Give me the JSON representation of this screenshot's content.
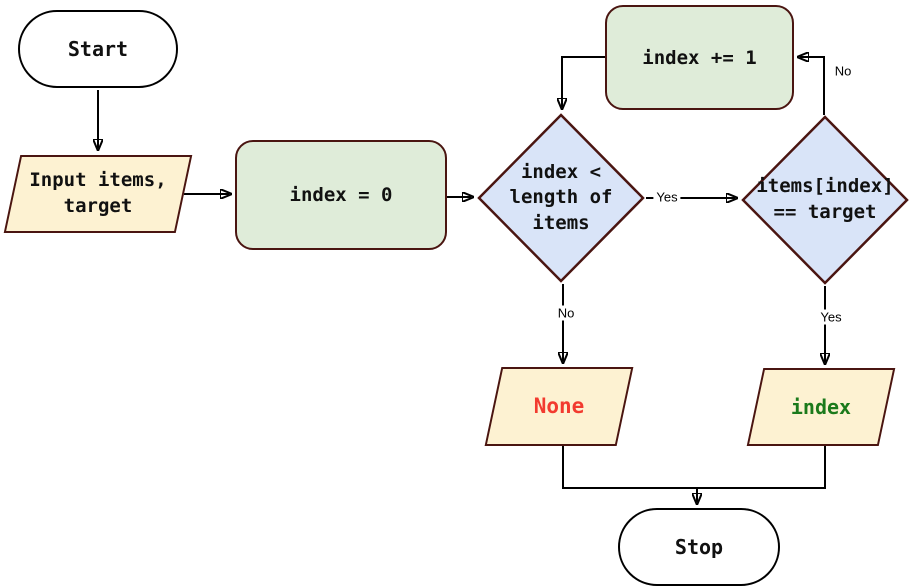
{
  "diagram": {
    "description": "Linear search flowchart"
  },
  "nodes": {
    "start": {
      "type": "terminator",
      "label": "Start"
    },
    "input": {
      "type": "input-output",
      "lines": [
        "Input items,",
        "target"
      ]
    },
    "init": {
      "type": "process",
      "label": "index = 0"
    },
    "loop_condition": {
      "type": "decision",
      "lines": [
        "index <",
        "length of",
        "items"
      ]
    },
    "increment": {
      "type": "process",
      "label": "index += 1"
    },
    "match_condition": {
      "type": "decision",
      "lines": [
        "items[index]",
        "== target"
      ]
    },
    "result_none": {
      "type": "input-output",
      "label": "None",
      "text_color": "#f23b2f"
    },
    "result_index": {
      "type": "input-output",
      "label": "index",
      "text_color": "#1b7a1b"
    },
    "stop": {
      "type": "terminator",
      "label": "Stop"
    }
  },
  "edge_labels": {
    "loop_yes": "Yes",
    "loop_no": "No",
    "match_no": "No",
    "match_yes": "Yes"
  },
  "colors": {
    "process_fill": "#dfecd9",
    "decision_fill": "#d9e4f8",
    "io_fill": "#fdf2d2",
    "shape_border": "#4a1511",
    "terminator_border": "#000000",
    "arrow": "#000000",
    "none_text": "#f23b2f",
    "index_text": "#1b7a1b"
  }
}
